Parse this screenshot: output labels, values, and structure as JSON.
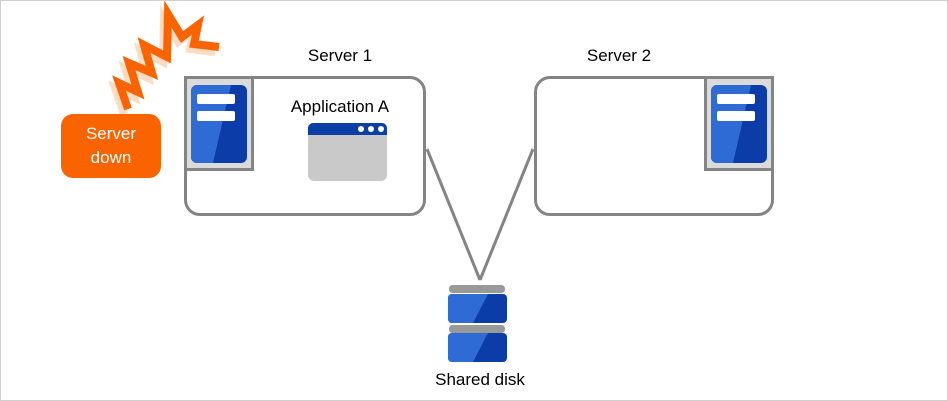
{
  "diagram": {
    "callout": {
      "line1": "Server",
      "line2": "down"
    },
    "server1": {
      "label": "Server 1",
      "application_label": "Application A"
    },
    "server2": {
      "label": "Server 2"
    },
    "shared_disk": {
      "label": "Shared disk"
    },
    "icons": {
      "burst": "orange-zigzag-crash-bolt",
      "server_tower": "blue-rounded-tower-with-two-white-slots",
      "app_window": "window-with-blue-titlebar-and-three-dots",
      "disk": "stacked-blue-disk-platters-with-gray-bars"
    }
  },
  "colors": {
    "accent_orange": "#FA6400",
    "burst_shadow_orange": "#FBB277",
    "outline_gray": "#848484",
    "icon_panel_gray": "#DBDBDB",
    "window_body_gray": "#C9C9C9",
    "disk_bar_gray": "#999999",
    "blue_dark": "#0B3CA8",
    "blue_light": "#2F6BD4",
    "titlebar_blue": "#0B3FA5",
    "text_black": "#000000"
  }
}
